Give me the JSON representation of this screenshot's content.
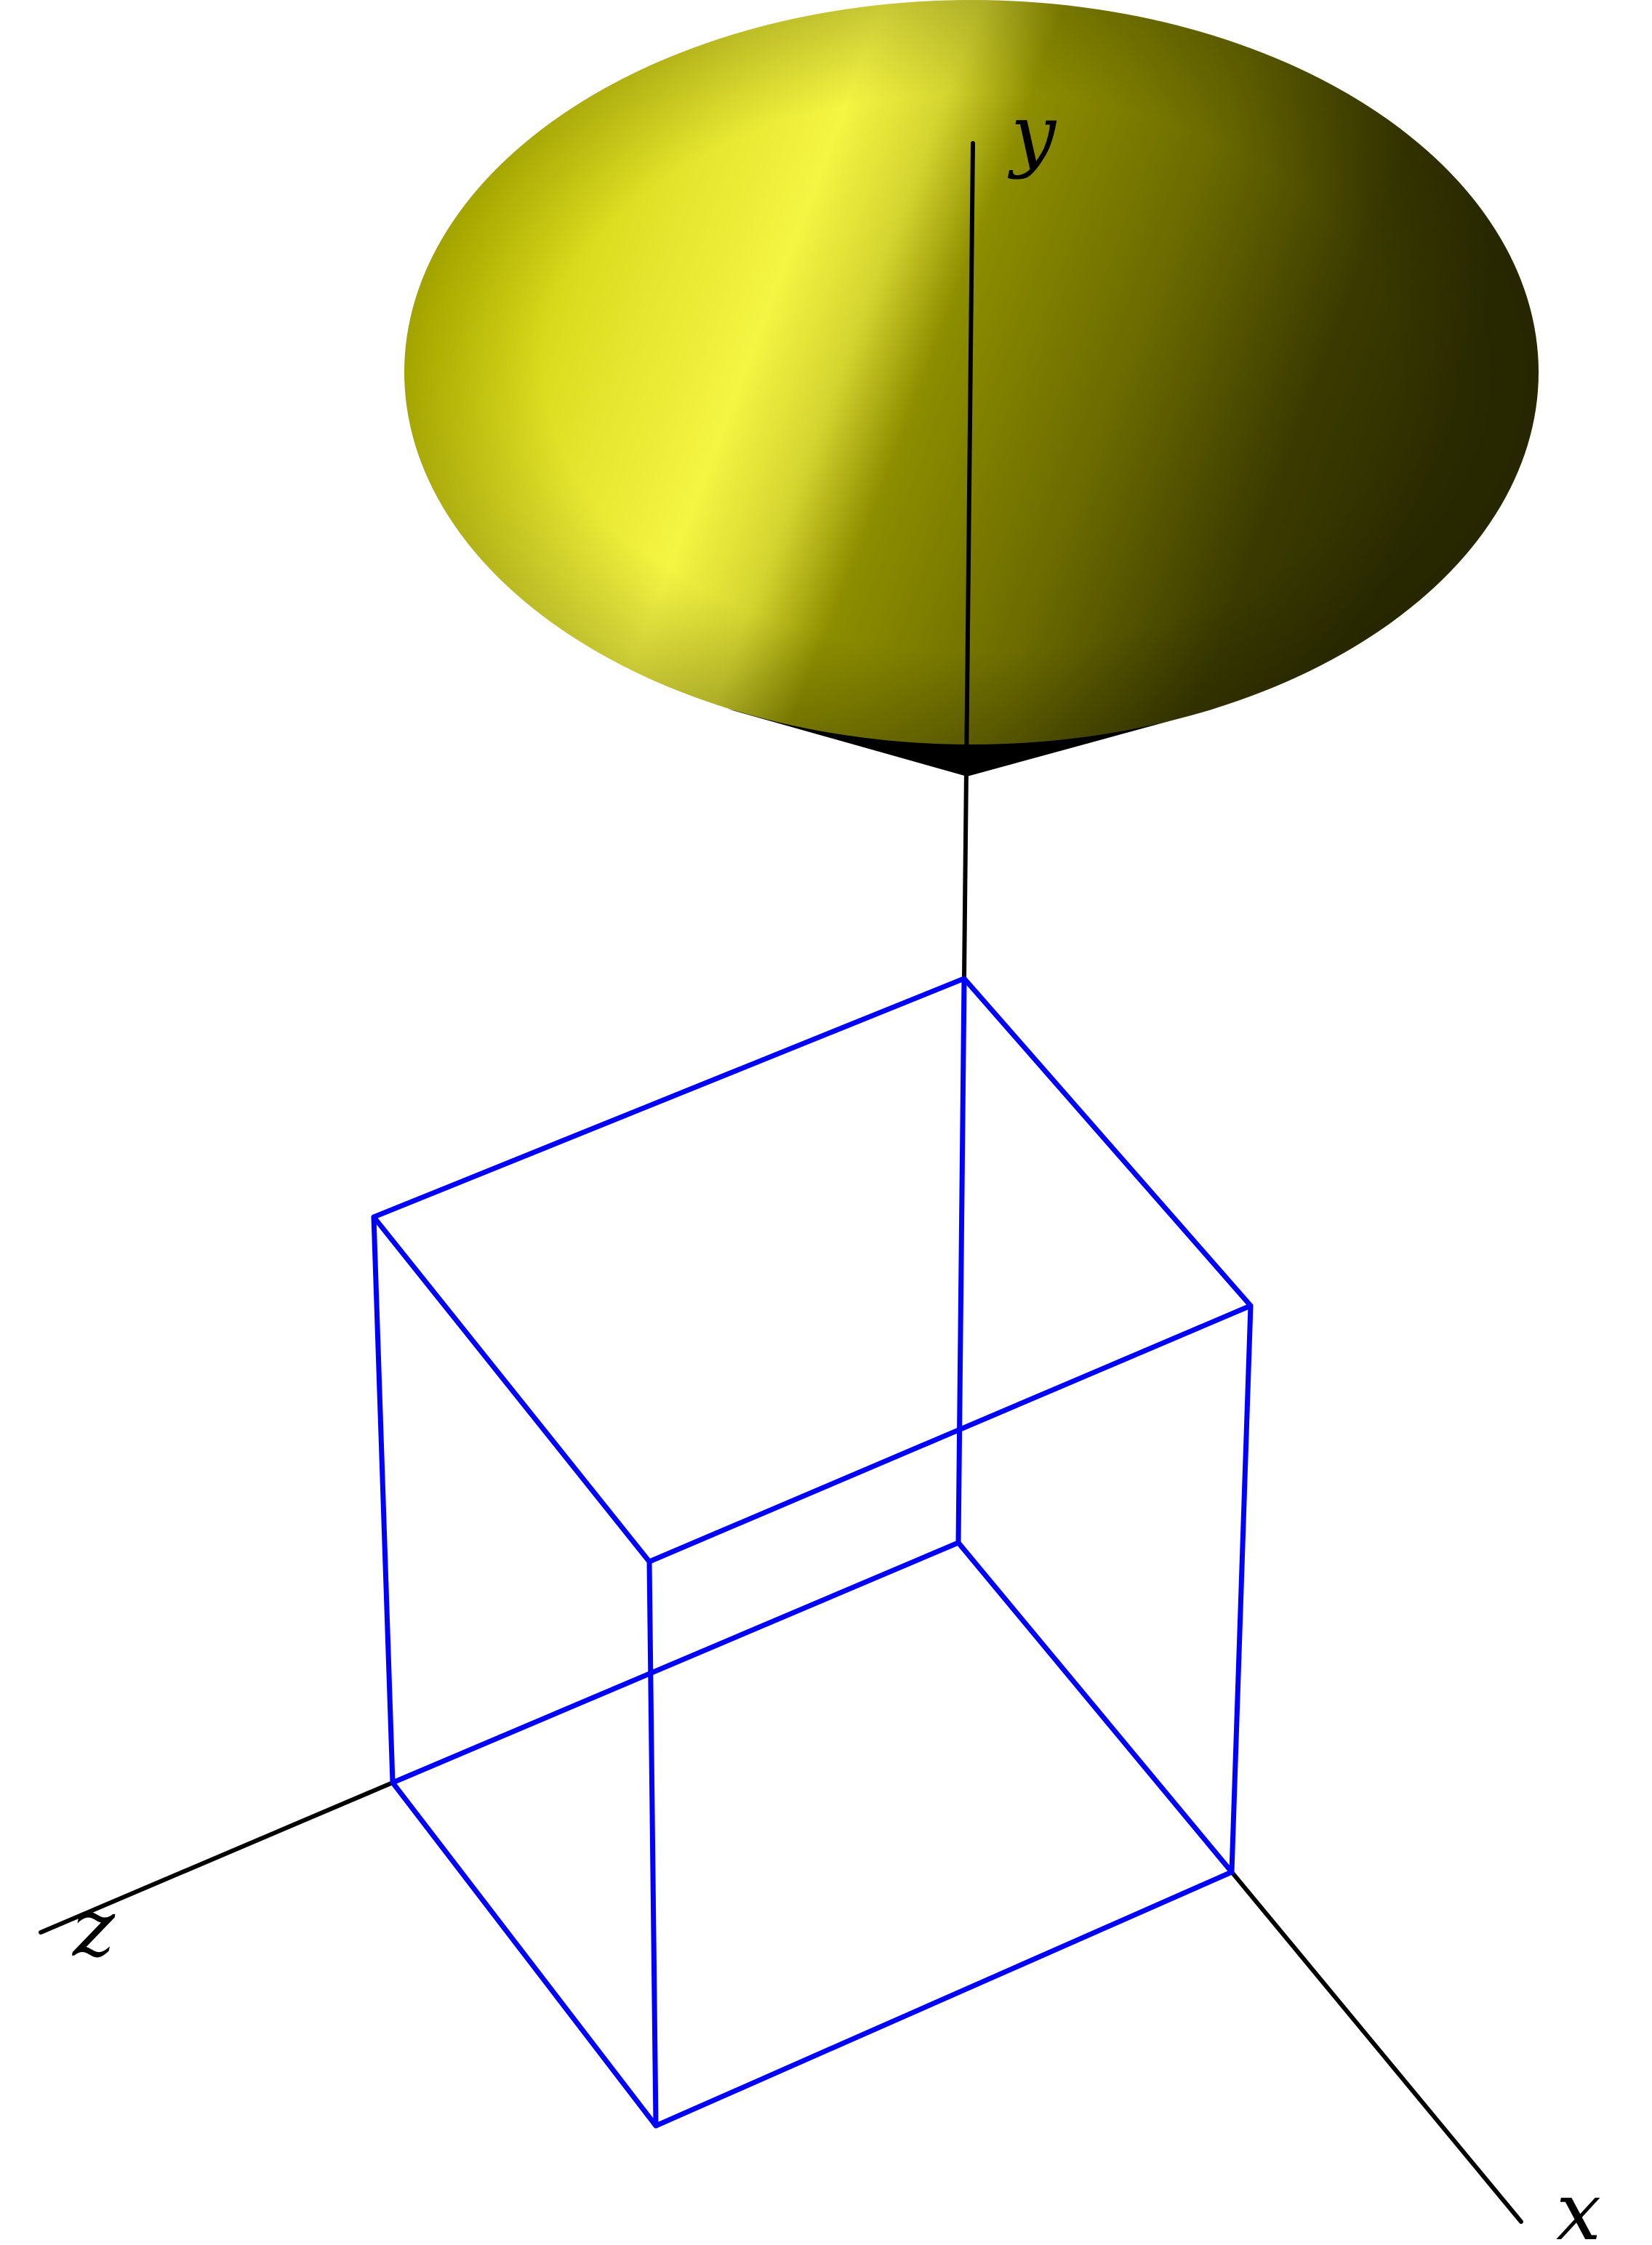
{
  "diagram": {
    "axes": {
      "x_label": "x",
      "y_label": "y",
      "z_label": "z"
    },
    "colors": {
      "axis": "#000000",
      "cube_edges": "#0000ff",
      "cone_light": "#f4f442",
      "cone_mid": "#c8c800",
      "cone_dark": "#3a3a00",
      "cone_apex": "#000000"
    },
    "shapes": {
      "cone": "yellow-shaded-cone",
      "cube": "blue-wireframe-cube"
    }
  }
}
